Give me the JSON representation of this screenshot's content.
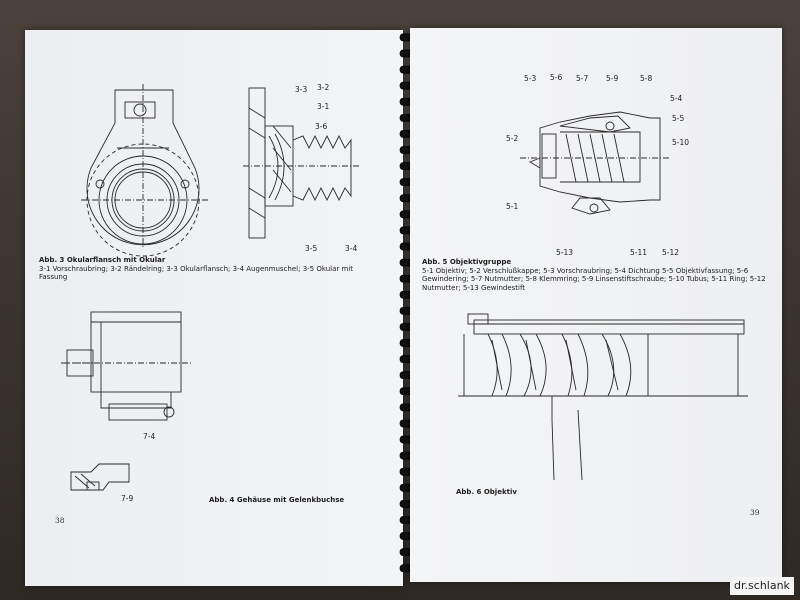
{
  "left_page": {
    "fig3": {
      "title": "Abb. 3  Okularflansch mit Okular",
      "text": "3-1 Vorschraubring; 3-2 Rändelring; 3-3 Okularflansch; 3-4 Augenmuschel; 3-5 Okular mit Fassung",
      "labels": [
        "3-3",
        "3-2",
        "3-1",
        "3-6",
        "3-5",
        "3-4"
      ]
    },
    "fig4": {
      "title": "Abb. 4  Gehäuse mit Gelenkbuchse",
      "labels": [
        "7-4",
        "7-9"
      ]
    },
    "page_number": "38"
  },
  "right_page": {
    "fig5": {
      "title": "Abb. 5  Objektivgruppe",
      "text": "5-1 Objektiv; 5-2 Verschlußkappe; 5-3 Vorschraubring; 5-4 Dichtung 5-5 Objektivfassung; 5-6 Gewindering; 5-7 Nutmutter; 5-8 Klemmring; 5-9 Linsenstiftschraube; 5-10 Tubus; 5-11 Ring; 5-12 Nutmutter; 5-13 Gewindestift",
      "labels": [
        "5-3",
        "5-6",
        "5-7",
        "5-9",
        "5-8",
        "5-4",
        "5-5",
        "5-10",
        "5-2",
        "5-1",
        "5-13",
        "5-11",
        "5-12"
      ]
    },
    "fig6": {
      "title": "Abb. 6  Objektiv"
    },
    "page_number": "39"
  },
  "watermark": "dr.schlank"
}
